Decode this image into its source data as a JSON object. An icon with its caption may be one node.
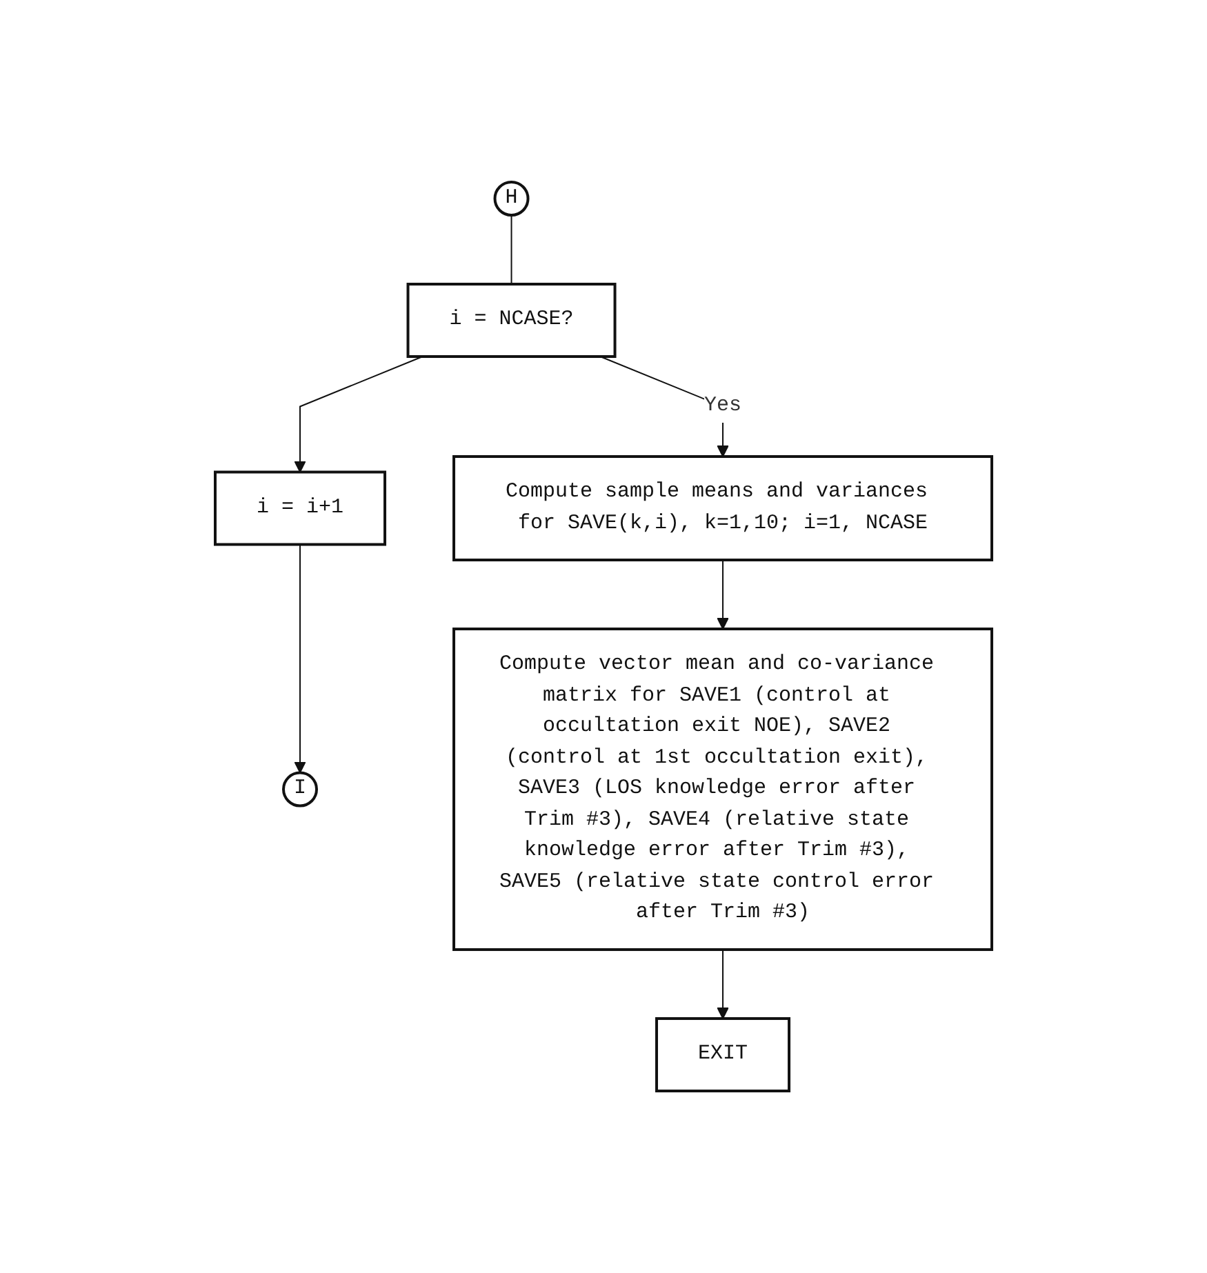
{
  "diagram": {
    "nodes": [
      {
        "text": [
          "H"
        ]
      },
      {
        "text": [
          "I"
        ]
      },
      {
        "text": [
          "i = i+1"
        ]
      },
      {
        "text": [
          "i = NCASE?"
        ]
      },
      {
        "text": [
          "Compute sample means and variances for SAVE(k,i), k=1,10; i=1, NCASE"
        ]
      },
      {
        "text": [
          "Compute vector mean and co-variance matrix for SAVE1 (control at occultation exit NOE), SAVE2 (control at 1st occultation exit), SAVE3 (LOS knowledge error after Trim #3), SAVE4 (relative state knowledge error after Trim #3), SAVE5 (relative state control error after Trim #3)"
        ]
      },
      {
        "text": [
          "EXIT"
        ]
      }
    ],
    "edges": [
      {
        "from": 0,
        "to": 3,
        "arrow": "none"
      },
      {
        "from": 3,
        "to": 2,
        "arrow": "to"
      },
      {
        "from": 2,
        "to": 1,
        "arrow": "to"
      },
      {
        "from": 3,
        "to": 4,
        "label": "Yes",
        "arrow": "to"
      },
      {
        "from": 4,
        "to": 5,
        "arrow": "to"
      },
      {
        "from": 5,
        "to": 6,
        "arrow": "to"
      }
    ]
  }
}
